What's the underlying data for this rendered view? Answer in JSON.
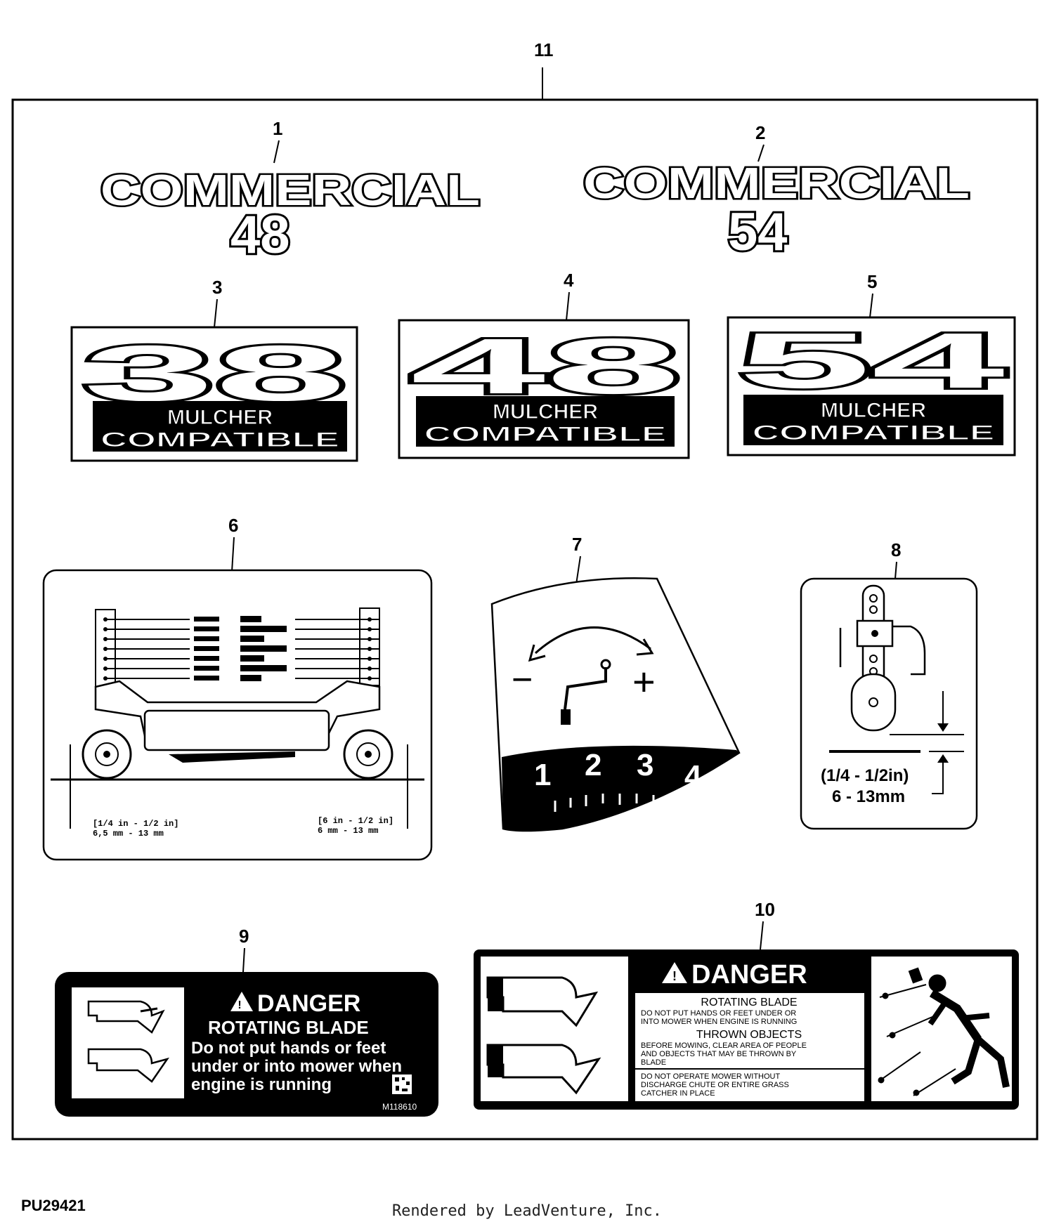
{
  "callouts": [
    "1",
    "2",
    "3",
    "4",
    "5",
    "6",
    "7",
    "8",
    "9",
    "10",
    "11"
  ],
  "decal1": {
    "word": "COMMERCIAL",
    "number": "48"
  },
  "decal2": {
    "word": "COMMERCIAL",
    "number": "54"
  },
  "decal3": {
    "number": "38",
    "line1": "MULCHER",
    "line2": "COMPATIBLE"
  },
  "decal4": {
    "number": "48",
    "line1": "MULCHER",
    "line2": "COMPATIBLE"
  },
  "decal5": {
    "number": "54",
    "line1": "MULCHER",
    "line2": "COMPATIBLE"
  },
  "decal6": {
    "left_note1": "[1/4 in - 1/2 in]",
    "left_note2": "6,5 mm - 13 mm",
    "right_note1": "[6 in - 1/2 in]",
    "right_note2": "6 mm - 13 mm"
  },
  "decal7": {
    "minus": "−",
    "plus": "+",
    "positions": [
      "1",
      "2",
      "3",
      "4"
    ]
  },
  "decal8": {
    "range_in": "(1/4 - 1/2in)",
    "range_mm": "6 - 13mm"
  },
  "decal9": {
    "header": "DANGER",
    "title": "ROTATING BLADE",
    "line1": "Do not put hands or feet",
    "line2": "under or into mower when",
    "line3": "engine is running",
    "part_no": "M118610"
  },
  "decal10": {
    "header": "DANGER",
    "title1": "ROTATING BLADE",
    "text1a": "DO NOT PUT HANDS OR FEET UNDER OR",
    "text1b": "INTO MOWER WHEN ENGINE IS RUNNING",
    "title2": "THROWN OBJECTS",
    "text2a": "BEFORE MOWING, CLEAR AREA OF PEOPLE",
    "text2b": "AND OBJECTS THAT MAY BE THROWN BY",
    "text2c": "BLADE",
    "text3a": "DO NOT OPERATE MOWER WITHOUT",
    "text3b": "DISCHARGE CHUTE OR ENTIRE GRASS",
    "text3c": "CATCHER IN PLACE"
  },
  "doc_code": "PU29421",
  "footer": "Rendered by LeadVenture, Inc."
}
